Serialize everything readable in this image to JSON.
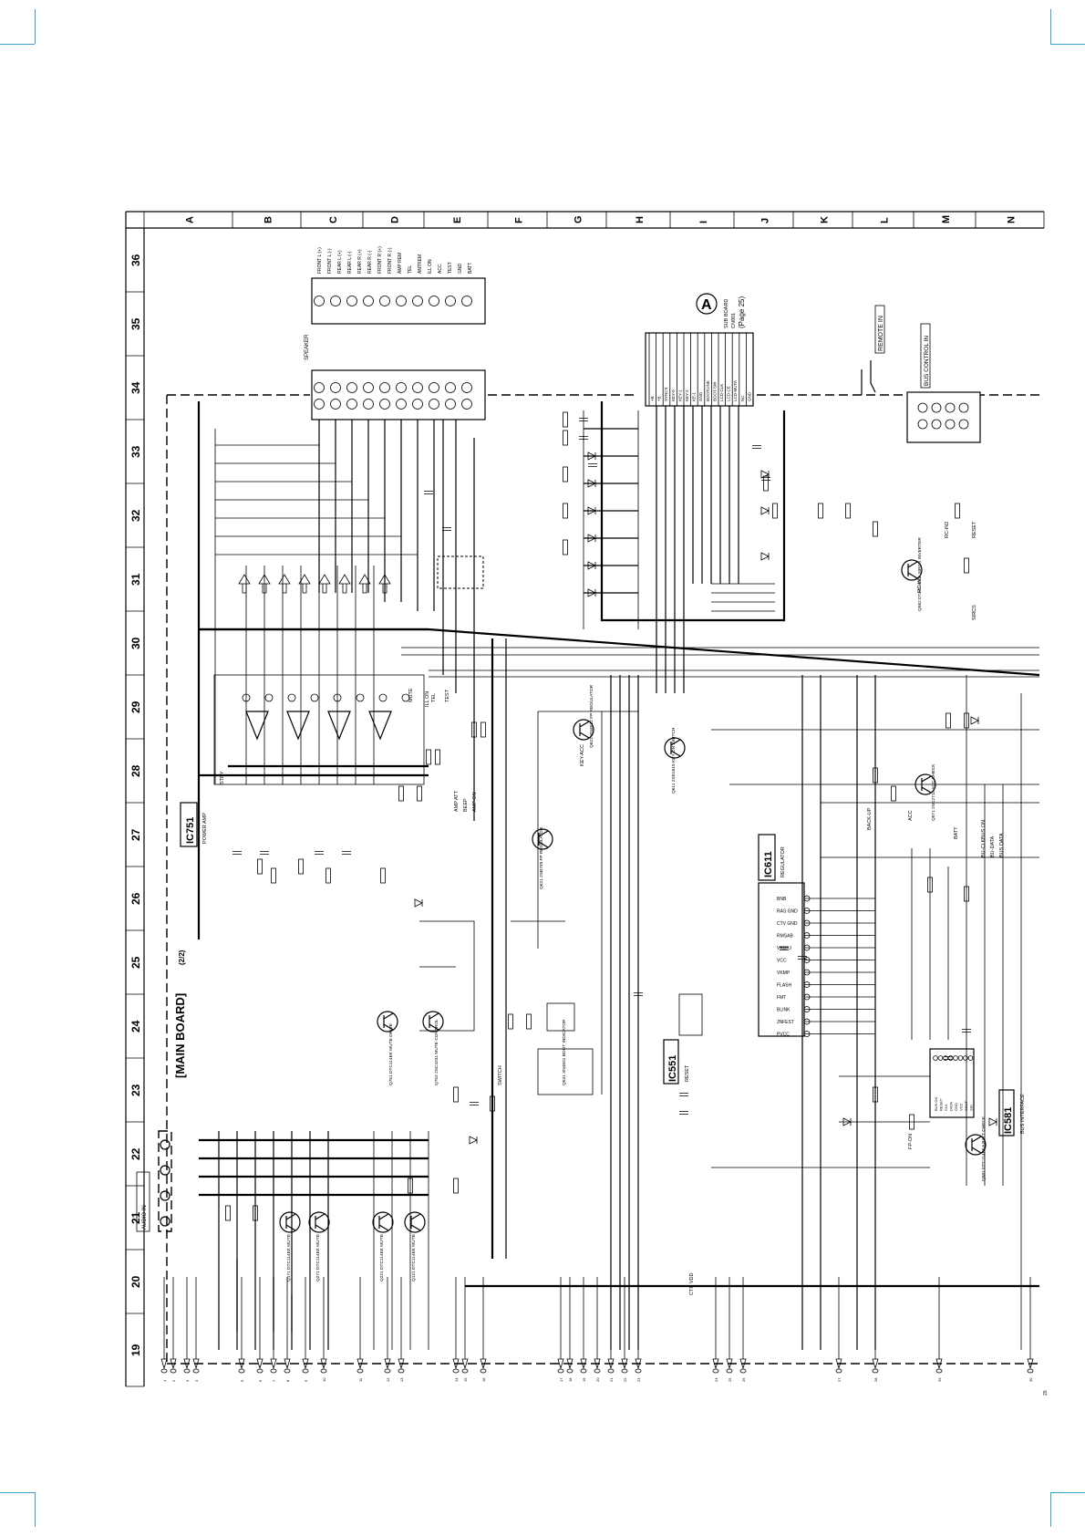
{
  "board_title": "[MAIN BOARD]",
  "board_sheet": "(2/2)",
  "columns": [
    "A",
    "B",
    "C",
    "D",
    "E",
    "F",
    "G",
    "H",
    "I",
    "J",
    "K",
    "L",
    "M",
    "N"
  ],
  "rows": [
    "36",
    "35",
    "34",
    "33",
    "32",
    "31",
    "30",
    "29",
    "28",
    "27",
    "26",
    "25",
    "24",
    "23",
    "22",
    "21",
    "20",
    "19"
  ],
  "ic_labels": [
    {
      "id": "ic751",
      "name": "IC751",
      "desc": "POWER AMP"
    },
    {
      "id": "ic611",
      "name": "IC611",
      "desc": "REGULATOR"
    },
    {
      "id": "ic551",
      "name": "IC551",
      "desc": "RESET"
    },
    {
      "id": "ic581",
      "name": "IC581",
      "desc": "BUS INTERFACE"
    }
  ],
  "connector_marker": "A",
  "sub_board_ref": [
    "SUB BOARD",
    "CN901",
    "(Page 25)"
  ],
  "remote_label": "REMOTE IN",
  "bus_control_label": "BUS CONTROL IN",
  "audio_in_label": "AUDIO IN",
  "speaker_label": "SPEAKER",
  "speaker_pins": [
    "FRONT L (+)",
    "FRONT L (-)",
    "REAR L (+)",
    "REAR L (-)",
    "REAR R (+)",
    "REAR R (-)",
    "FRONT R (+)",
    "FRONT R (-)",
    "AMP REM",
    "TEL",
    "ANTREM",
    "ILL ON",
    "ACC",
    "TEST",
    "GND",
    "BATT"
  ],
  "sub_board_pins": [
    "+B",
    "+B",
    "SYNCS",
    "KEY-0",
    "KEY-1",
    "KEY-2",
    "KE-1",
    "GND",
    "BOOTLINE",
    "BOOT-SW",
    "LCD-CLK",
    "LCD-CE",
    "LCD-MUTA",
    "NC",
    "GND"
  ],
  "transistors": [
    {
      "id": "q171",
      "label": "Q171 DTC114EK MUTE"
    },
    {
      "id": "q271",
      "label": "Q271 DTC114EK MUTE"
    },
    {
      "id": "q221",
      "label": "Q221 DTC114EK MUTE"
    },
    {
      "id": "q121",
      "label": "Q121 DTC114EK MUTE"
    },
    {
      "id": "q751",
      "label": "Q751 DTC114EK MUTE DRIVE"
    },
    {
      "id": "q752",
      "label": "Q752 2SC4231 MUTE CONTROL"
    },
    {
      "id": "q611",
      "label": "Q611 2SD1615 KEY ON SWITCH"
    },
    {
      "id": "q621",
      "label": "Q621 2SB709 FP REGULATOR"
    },
    {
      "id": "q622",
      "label": "Q622 XN4E12 FP REGULATOR"
    },
    {
      "id": "q531",
      "label": "Q531 XN4601 BOOT INDICATOR"
    },
    {
      "id": "q571",
      "label": "Q571 2SC2712 ACC CHECK"
    },
    {
      "id": "q582",
      "label": "Q582 DTA114EKA SIRCS INVERTER"
    },
    {
      "id": "q581",
      "label": "Q581 DTC114EKA BATT CHECK"
    }
  ],
  "ic611_pins": [
    "BNB",
    "RAS GND",
    "CTV GND",
    "RMSAB",
    "VREFJ",
    "VCC",
    "VKMP",
    "FLASH",
    "FMT",
    "BLINK",
    "JNFEST",
    "PVCC"
  ],
  "ic581_pins": [
    "BUS ON",
    "RESET",
    "CLK",
    "DATA",
    "GND",
    "VCC",
    "SOUT",
    "SIN"
  ],
  "net_labels": [
    "AMP ON",
    "BEEP",
    "AMP ATT",
    "TEST",
    "TEL",
    "MUTE",
    "STBY",
    "ACC",
    "BATT",
    "BUS ON",
    "BACK-UP",
    "FP-ON",
    "SWITCH",
    "CTR VDD",
    "SIRCS",
    "RC-IN1",
    "RC-IN2",
    "RESET",
    "BU-CLK",
    "BU-DATA",
    "BUS DATA",
    "ILL ON",
    "KEY-ACC"
  ],
  "edge_terminals_left": [
    "1",
    "2",
    "3",
    "4",
    "5",
    "6",
    "7",
    "8",
    "9",
    "10",
    "11",
    "12",
    "13",
    "14",
    "15",
    "16",
    "17",
    "18",
    "19",
    "20",
    "21",
    "22",
    "23",
    "24",
    "25",
    "26",
    "27",
    "28",
    "29",
    "30"
  ],
  "page_number": "20"
}
